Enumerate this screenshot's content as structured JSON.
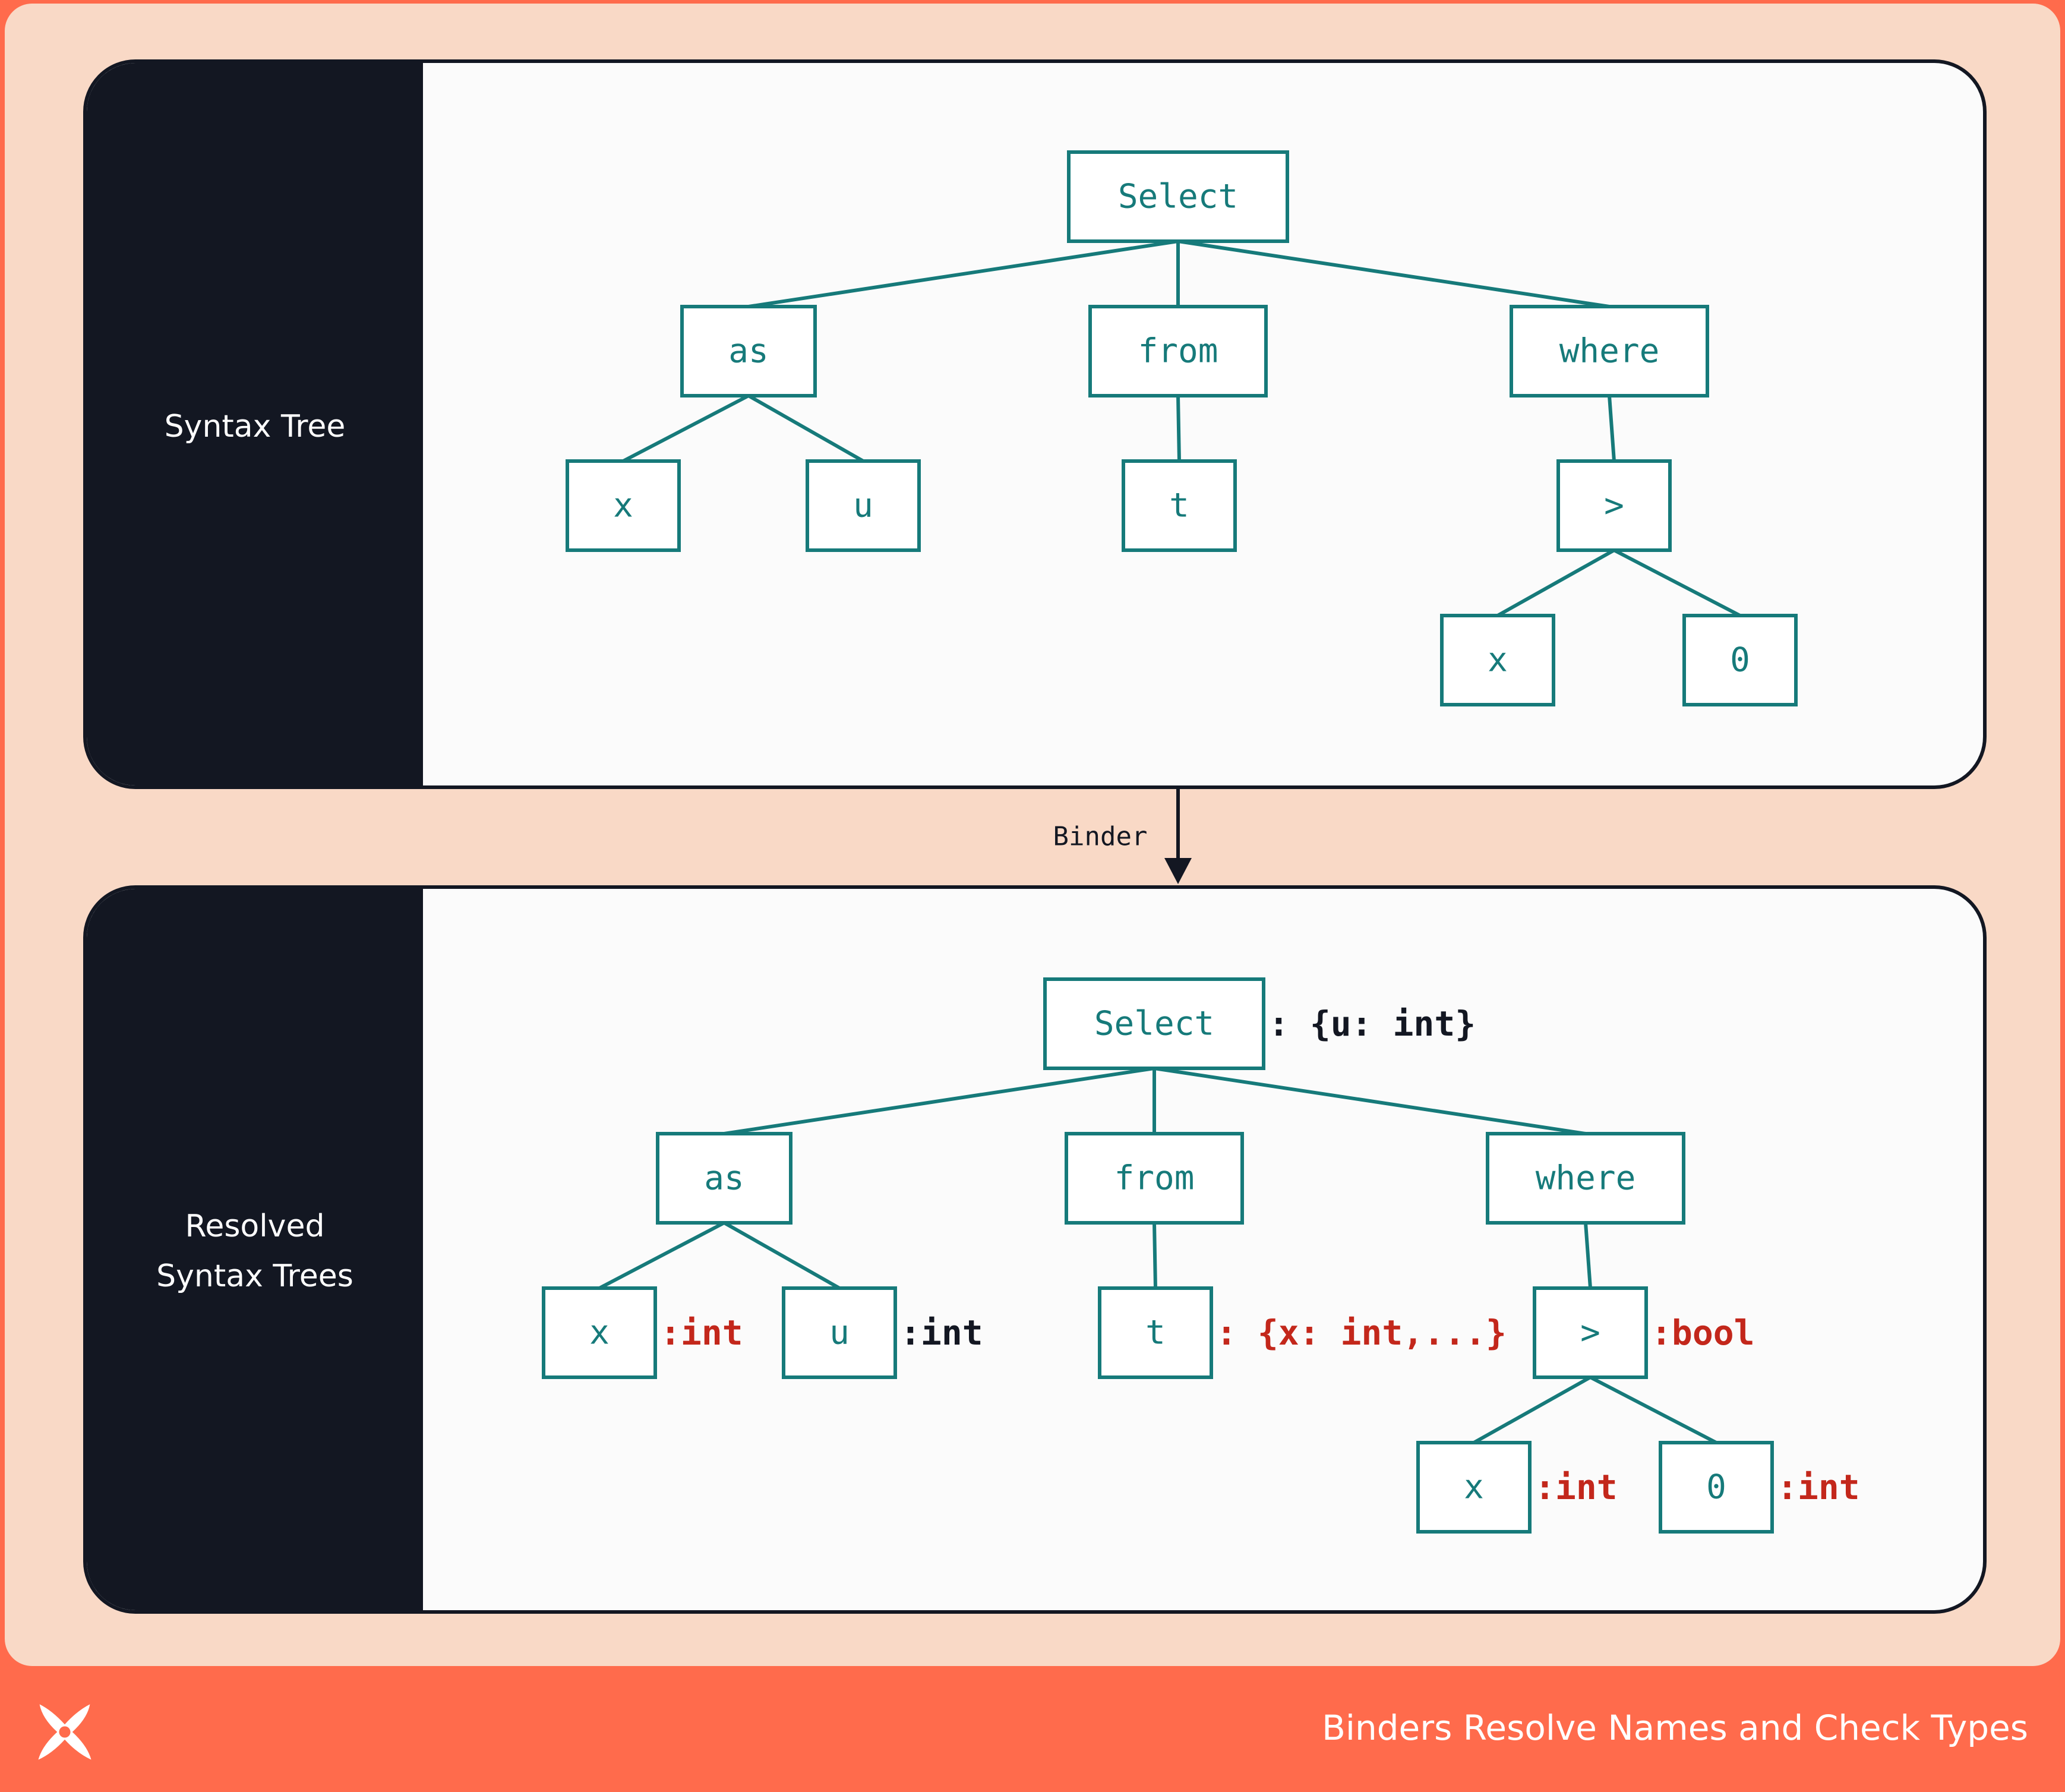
{
  "footer": {
    "title": "Binders Resolve Names and Check Types"
  },
  "panels": [
    {
      "label_lines": [
        "Syntax Tree"
      ]
    },
    {
      "label_lines": [
        "Resolved",
        "Syntax Trees"
      ]
    }
  ],
  "binder_label": "Binder",
  "trees": [
    {
      "nodes": [
        {
          "id": "select",
          "label": "Select"
        },
        {
          "id": "as",
          "label": "as"
        },
        {
          "id": "from",
          "label": "from"
        },
        {
          "id": "where",
          "label": "where"
        },
        {
          "id": "x1",
          "label": "x"
        },
        {
          "id": "u",
          "label": "u"
        },
        {
          "id": "t",
          "label": "t"
        },
        {
          "id": "gt",
          "label": ">"
        },
        {
          "id": "x2",
          "label": "x"
        },
        {
          "id": "zero",
          "label": "0"
        }
      ],
      "edges": [
        [
          "select",
          "as"
        ],
        [
          "select",
          "from"
        ],
        [
          "select",
          "where"
        ],
        [
          "as",
          "x1"
        ],
        [
          "as",
          "u"
        ],
        [
          "from",
          "t"
        ],
        [
          "where",
          "gt"
        ],
        [
          "gt",
          "x2"
        ],
        [
          "gt",
          "zero"
        ]
      ]
    },
    {
      "nodes": [
        {
          "id": "select",
          "label": "Select",
          "type_label": ": {u: int}",
          "type_color": "black"
        },
        {
          "id": "as",
          "label": "as"
        },
        {
          "id": "from",
          "label": "from"
        },
        {
          "id": "where",
          "label": "where"
        },
        {
          "id": "x1",
          "label": "x",
          "type_label": ":int",
          "type_color": "red"
        },
        {
          "id": "u",
          "label": "u",
          "type_label": ":int",
          "type_color": "black"
        },
        {
          "id": "t",
          "label": "t",
          "type_label": ": {x: int,...}",
          "type_color": "red"
        },
        {
          "id": "gt",
          "label": ">",
          "type_label": ":bool",
          "type_color": "red"
        },
        {
          "id": "x2",
          "label": "x",
          "type_label": ":int",
          "type_color": "red"
        },
        {
          "id": "zero",
          "label": "0",
          "type_label": ":int",
          "type_color": "red"
        }
      ],
      "edges": [
        [
          "select",
          "as"
        ],
        [
          "select",
          "from"
        ],
        [
          "select",
          "where"
        ],
        [
          "as",
          "x1"
        ],
        [
          "as",
          "u"
        ],
        [
          "from",
          "t"
        ],
        [
          "where",
          "gt"
        ],
        [
          "gt",
          "x2"
        ],
        [
          "gt",
          "zero"
        ]
      ]
    }
  ],
  "colors": {
    "teal": "#167A7A",
    "annotation_red": "#C3271B",
    "dark": "#131722",
    "accent": "#FF6B4C",
    "background": "#F9D9C6"
  }
}
